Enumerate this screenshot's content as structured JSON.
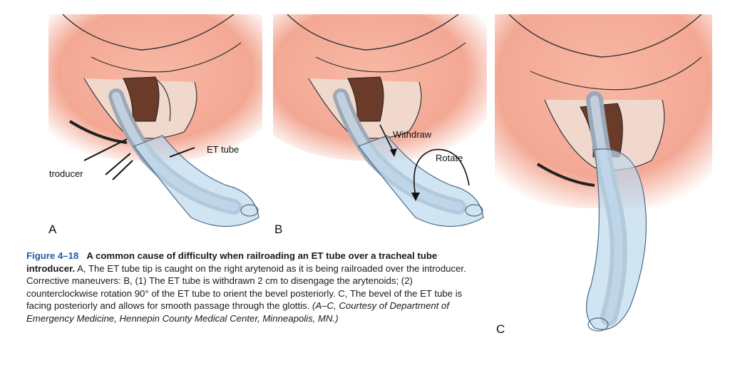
{
  "figure": {
    "panels": [
      {
        "letter": "A",
        "callouts": [
          "ET tube",
          "Introducer"
        ]
      },
      {
        "letter": "B",
        "callouts": [
          "Withdraw",
          "Rotate"
        ]
      },
      {
        "letter": "C",
        "callouts": []
      }
    ],
    "caption": {
      "number": "Figure 4–18",
      "title": "A common cause of difficulty when railroading an ET tube over a tracheal tube introducer.",
      "body": " A, The ET tube tip is caught on the right arytenoid as it is being railroaded over the introducer. Corrective maneuvers: B, (1) The ET tube is withdrawn 2 cm to disengage the arytenoids; (2) counterclockwise rotation 90° of the ET tube to orient the bevel posteriorly. C, The bevel of the ET tube is facing posteriorly and allows for smooth passage through the glottis. ",
      "credit": "(A–C, Courtesy of Department of Emergency Medicine, Hennepin County Medical Center, Minneapolis, MN.)"
    }
  }
}
